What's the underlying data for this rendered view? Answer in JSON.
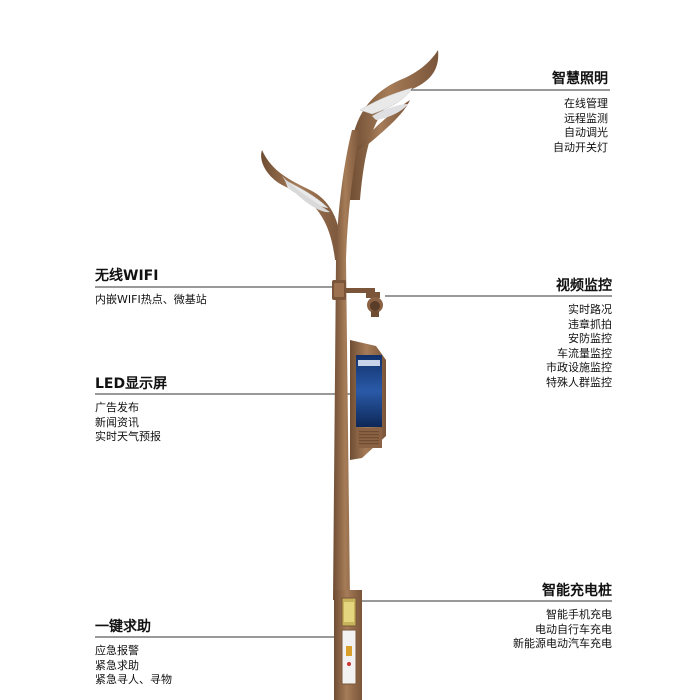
{
  "features": {
    "lighting": {
      "title": "智慧照明",
      "items": [
        "在线管理",
        "远程监测",
        "自动调光",
        "自动开关灯"
      ]
    },
    "wifi": {
      "title": "无线WIFI",
      "items": [
        "内嵌WIFI热点、微基站"
      ]
    },
    "video": {
      "title": "视频监控",
      "items": [
        "实时路况",
        "违章抓拍",
        "安防监控",
        "车流量监控",
        "市政设施监控",
        "特殊人群监控"
      ]
    },
    "led": {
      "title": "LED显示屏",
      "items": [
        "广告发布",
        "新闻资讯",
        "实时天气预报"
      ]
    },
    "charging": {
      "title": "智能充电桩",
      "items": [
        "智能手机充电",
        "电动自行车充电",
        "新能源电动汽车充电"
      ]
    },
    "sos": {
      "title": "一键求助",
      "items": [
        "应急报警",
        "紧急求助",
        "紧急寻人、寻物"
      ]
    }
  },
  "colors": {
    "pole": "#9b7150",
    "pole_shadow": "#6f4d33",
    "pole_highlight": "#b88d69",
    "lamp_glass": "#e9e9ea",
    "screen": "#1c3f7a",
    "leader_line": "#333333"
  }
}
